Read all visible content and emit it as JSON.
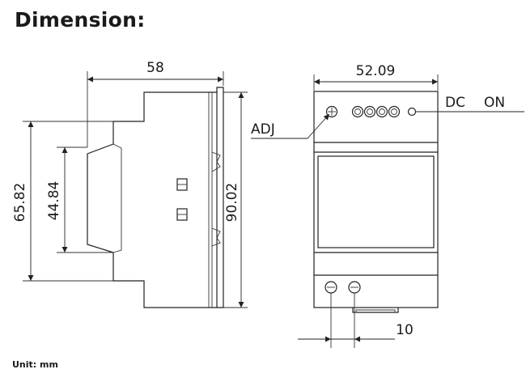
{
  "title": "Dimension:",
  "unit_note": "Unit: mm",
  "dimensions": {
    "side_width": "58",
    "side_height_outer": "65.82",
    "side_height_inner": "44.84",
    "total_height": "90.02",
    "front_width": "52.09",
    "terminal_pitch": "10"
  },
  "labels": {
    "adj": "ADJ",
    "dc": "DC",
    "on": "ON"
  },
  "icons": {
    "arrowheads": "triangle-arrow-icon",
    "screws": "screw-terminal-icon"
  }
}
